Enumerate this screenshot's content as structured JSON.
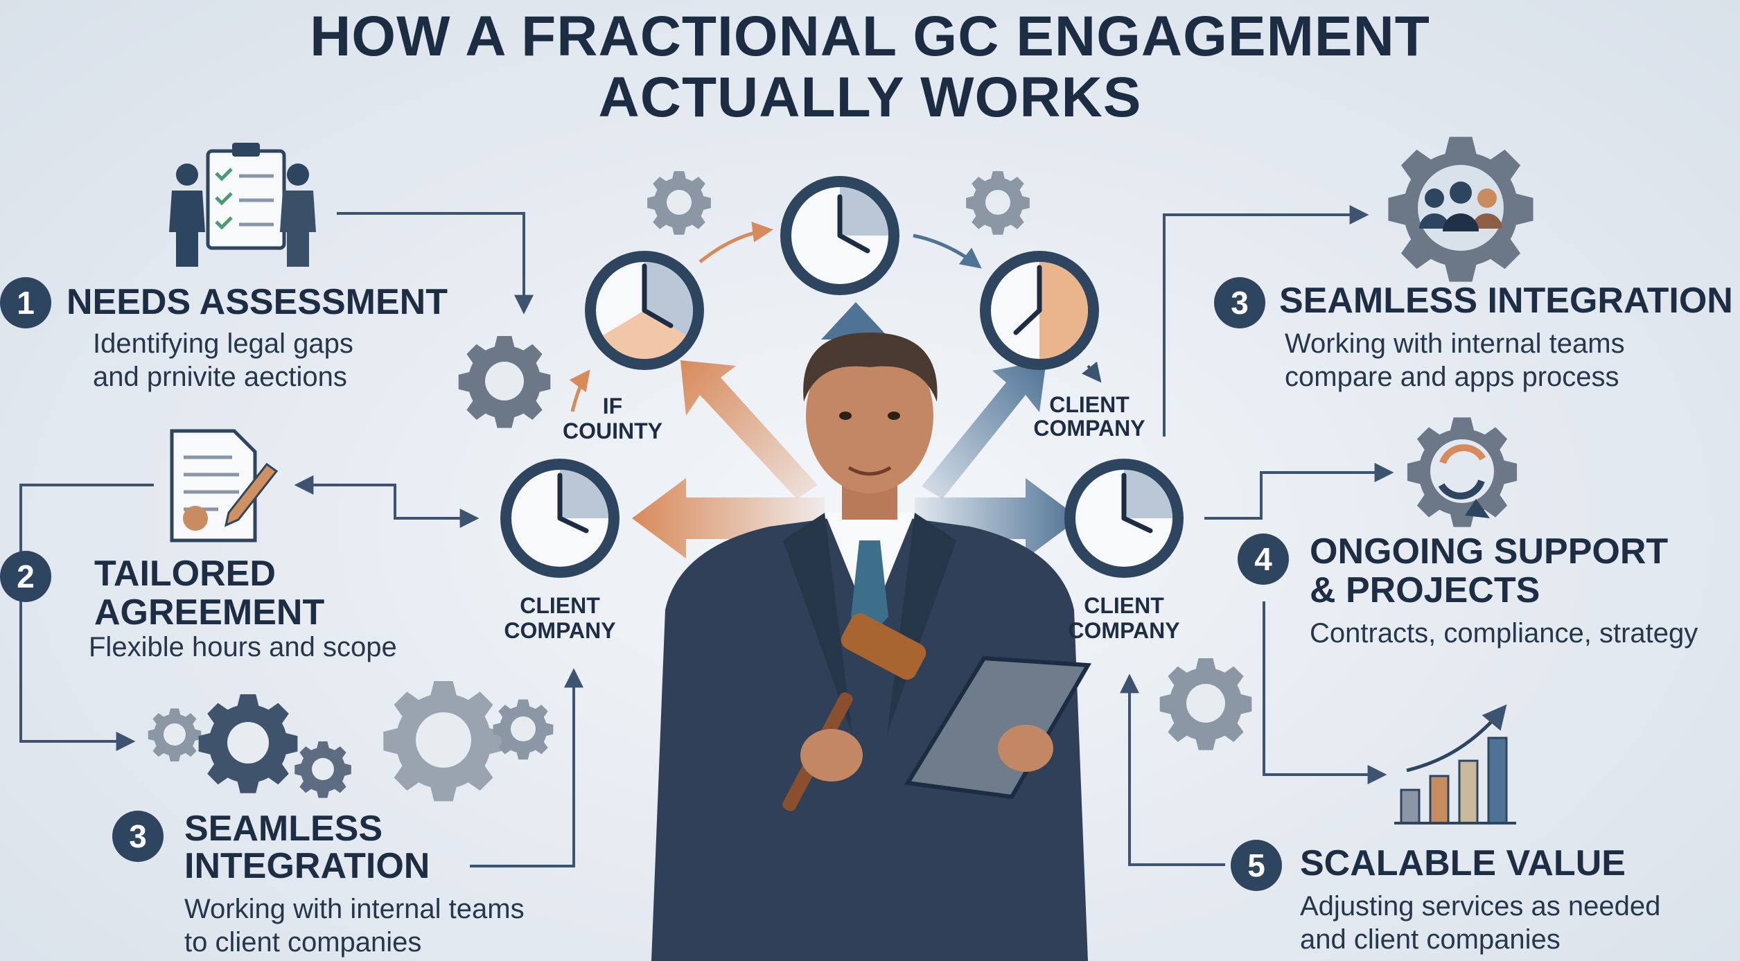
{
  "title": {
    "line1": "HOW A FRACTIONAL GC ENGAGEMENT",
    "line2": "ACTUALLY WORKS"
  },
  "steps": [
    {
      "number": "1",
      "heading": "NEEDS ASSESSMENT",
      "desc": [
        "Identifying legal gaps",
        "and prnivite aections"
      ]
    },
    {
      "number": "2",
      "heading": [
        "TAILORED",
        "AGREEMENT"
      ],
      "desc": [
        "Flexible hours and scope"
      ]
    },
    {
      "number": "3",
      "heading": [
        "SEAMLESS",
        "INTEGRATION"
      ],
      "desc": [
        "Working with internal teams",
        "to client companies"
      ]
    },
    {
      "number": "3",
      "heading": "SEAMLESS INTEGRATION",
      "desc": [
        "Working with internal teams",
        "compare  and apps process"
      ]
    },
    {
      "number": "4",
      "heading": [
        "ONGOING SUPPORT",
        "& PROJECTS"
      ],
      "desc": [
        "Contracts, compliance, strategy"
      ]
    },
    {
      "number": "5",
      "heading": "SCALABLE VALUE",
      "desc": [
        "Adjusting services as needed",
        "and client companies"
      ]
    }
  ],
  "clock_labels": {
    "upper_left": [
      "IF",
      "COUINTY"
    ],
    "upper_right": [
      "CLIENT",
      "COMPANY"
    ],
    "lower_left": [
      "CLIENT",
      "COMPANY"
    ],
    "lower_right": [
      "CLIENT",
      "COMPANY"
    ]
  },
  "colors": {
    "navy": "#2e4560",
    "accent_orange": "#d98a5a",
    "accent_blue": "#4f7395",
    "gear_gray": "#7b8796"
  },
  "icons": [
    "team-checklist-icon",
    "contract-document-icon",
    "gears-icon",
    "clock-icon",
    "team-gear-icon",
    "refresh-gear-icon",
    "growth-chart-icon",
    "gavel-icon",
    "tablet-icon",
    "lawyer-illustration"
  ]
}
